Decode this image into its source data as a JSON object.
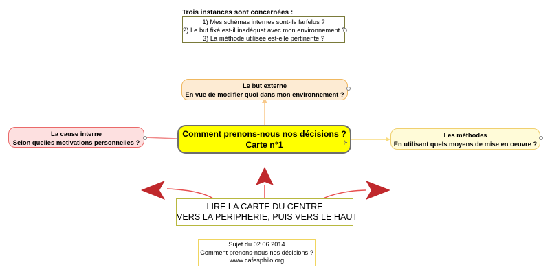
{
  "header": {
    "title": "Trois instances sont concernées :",
    "items": [
      "1) Mes schémas internes sont-ils farfelus ?",
      "2) Le but fixé est-il inadéquat avec mon environnement ?",
      "3) La méthode utilisée est-elle pertinente ?"
    ]
  },
  "central_node": {
    "line1": "Comment prenons-nous nos décisions ?",
    "line2": "Carte n°1",
    "fill": "#ffff00",
    "border": "#6d6d6d"
  },
  "branches": {
    "top": {
      "line1": "Le but externe",
      "line2": "En vue de modifier quoi dans mon environnement ?",
      "fill": "#fdebd3",
      "border": "#f0b860"
    },
    "left": {
      "line1": "La cause interne",
      "line2": "Selon quelles motivations personnelles ?",
      "fill": "#fde0e0",
      "border": "#ea6a6a"
    },
    "right": {
      "line1": "Les méthodes",
      "line2": "En utilisant quels moyens de mise en oeuvre ?",
      "fill": "#fffbd8",
      "border": "#f0d070"
    }
  },
  "reading_note": {
    "line1": "LIRE LA CARTE DU CENTRE",
    "line2": "VERS LA PERIPHERIE, PUIS VERS LE HAUT",
    "arrow_color": "#c0282c"
  },
  "footer": {
    "line1": "Sujet du 02.06.2014",
    "line2": "Comment prenons-nous nos décisions ?",
    "line3": "www.cafesphilo.org"
  }
}
